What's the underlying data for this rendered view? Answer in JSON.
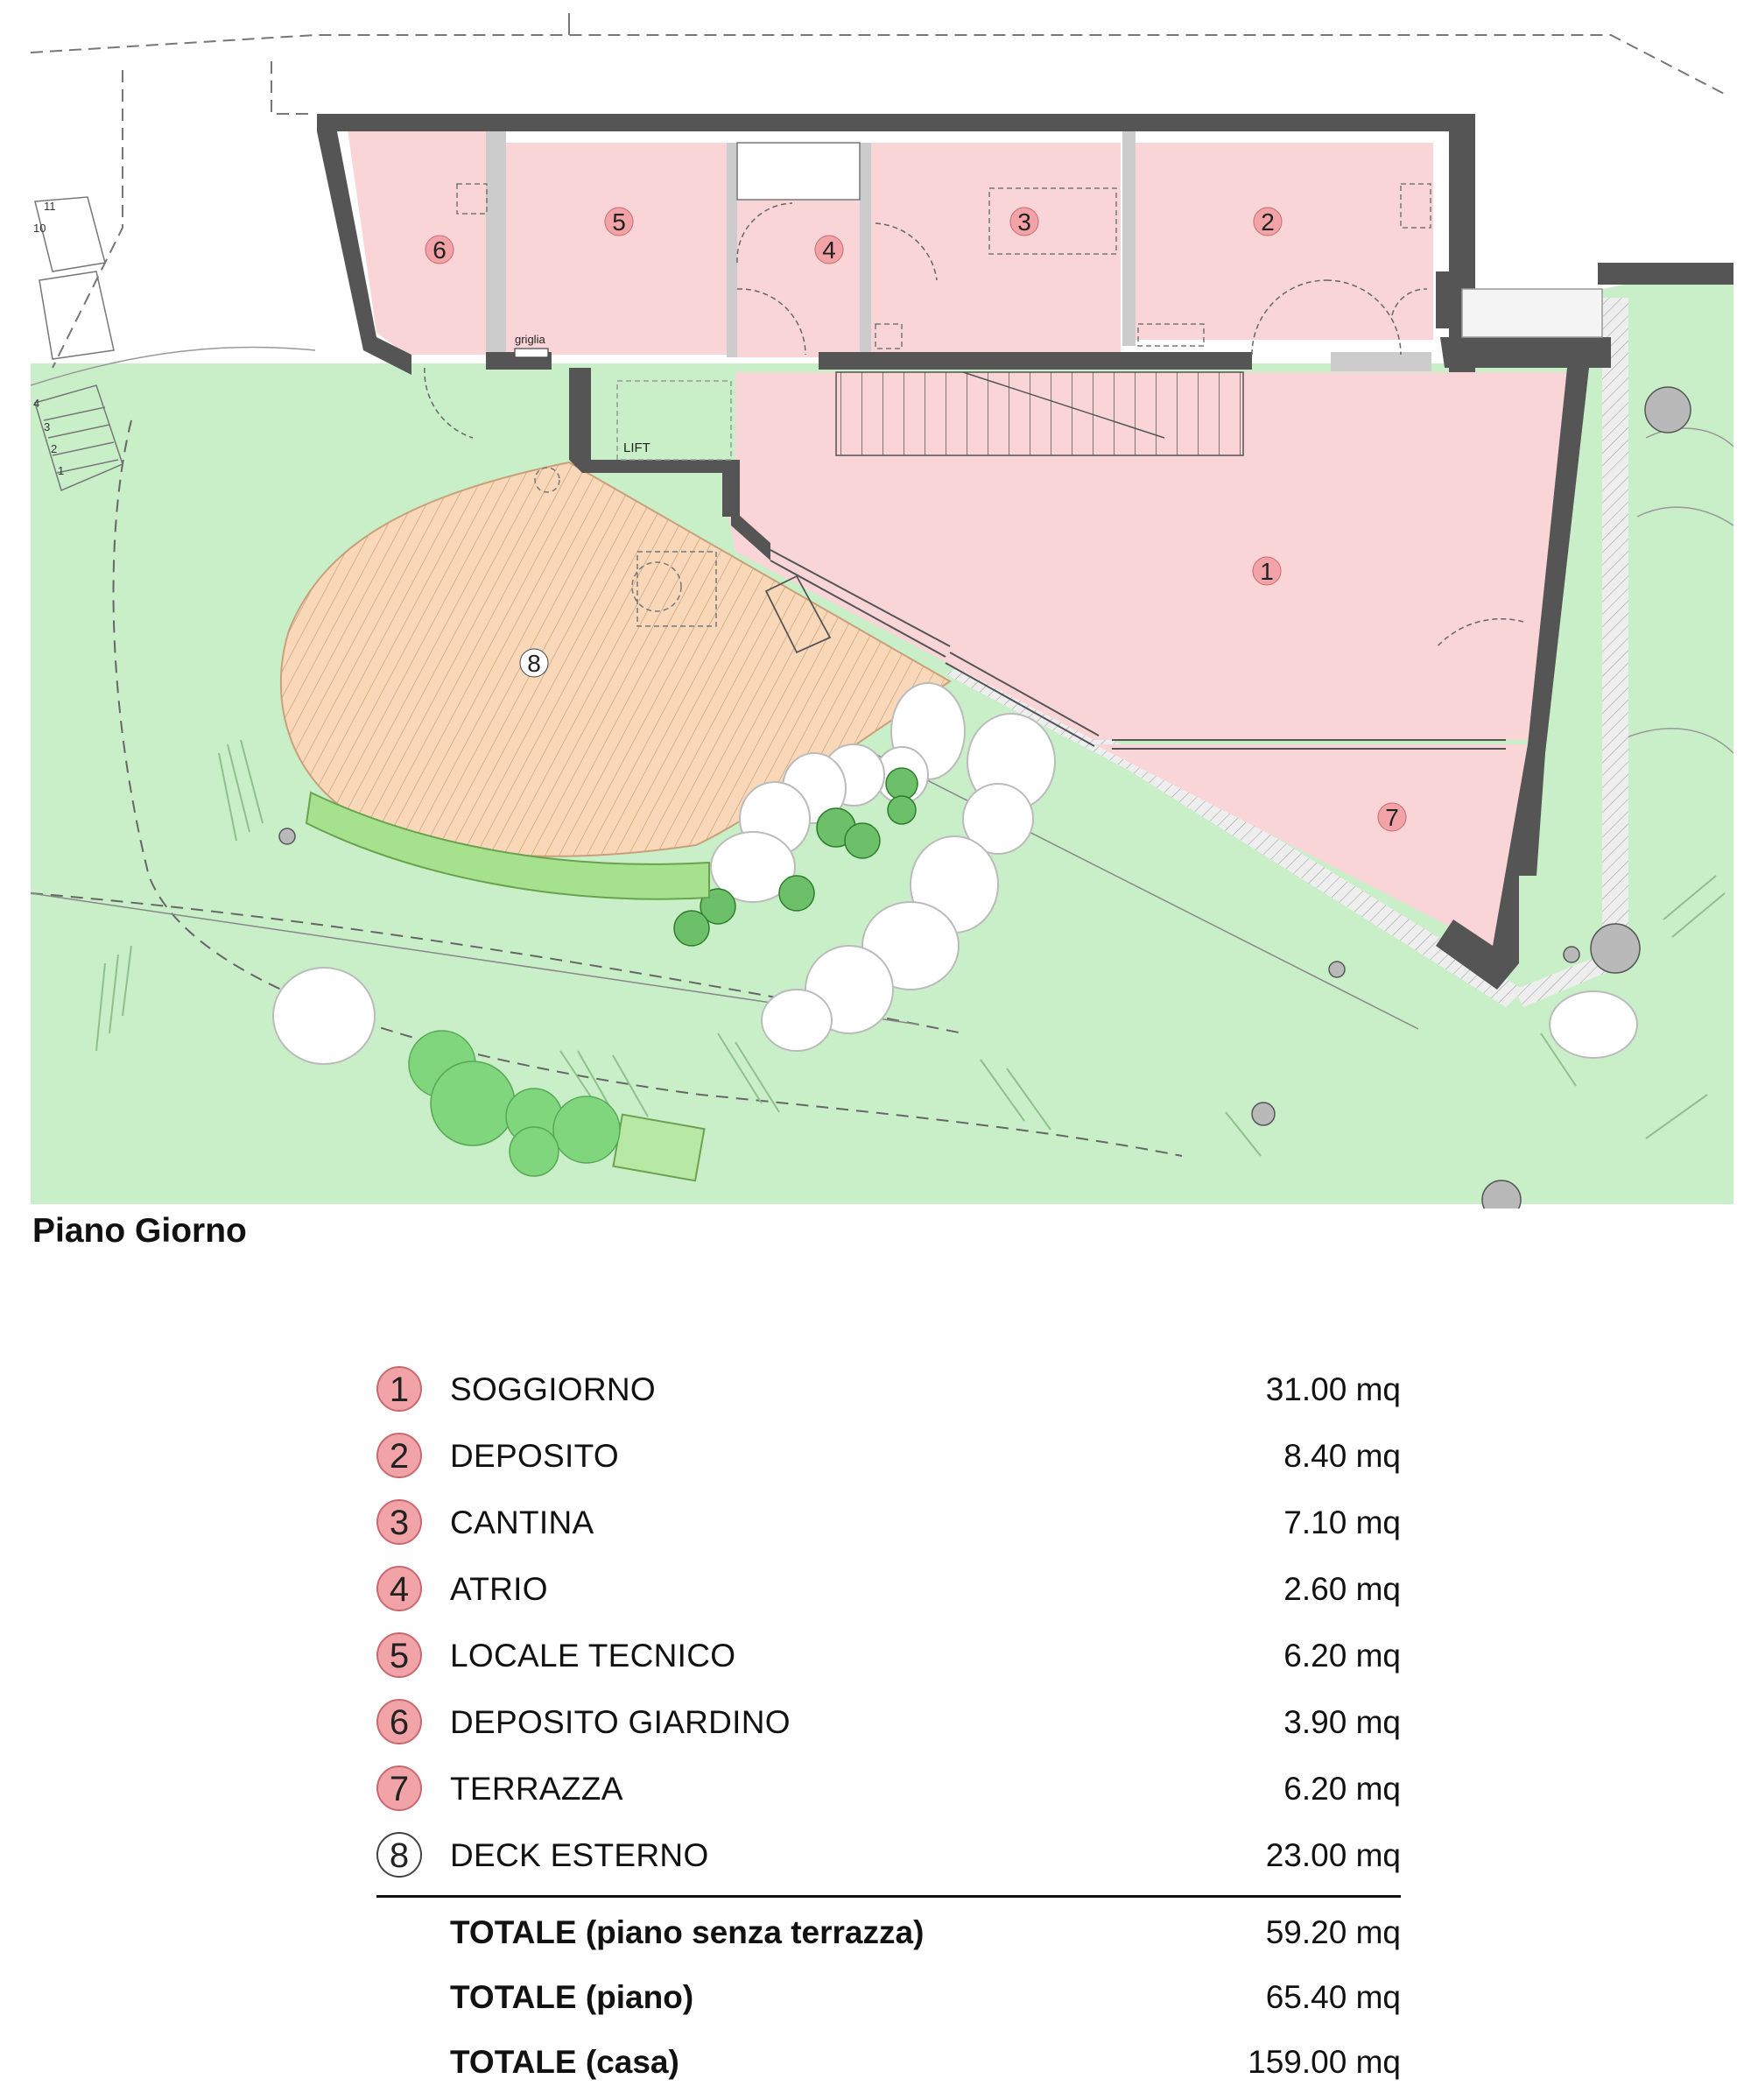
{
  "plan": {
    "title": "Piano Giorno",
    "labels": {
      "lift": "LIFT",
      "grill": "griglia"
    },
    "stair_numbers": [
      "11",
      "10",
      "4",
      "3",
      "2",
      "1"
    ]
  },
  "rooms": [
    {
      "num": "1",
      "name": "SOGGIORNO",
      "area": "31.00 mq"
    },
    {
      "num": "2",
      "name": "DEPOSITO",
      "area": "8.40 mq"
    },
    {
      "num": "3",
      "name": "CANTINA",
      "area": "7.10 mq"
    },
    {
      "num": "4",
      "name": "ATRIO",
      "area": "2.60 mq"
    },
    {
      "num": "5",
      "name": "LOCALE TECNICO",
      "area": "6.20 mq"
    },
    {
      "num": "6",
      "name": "DEPOSITO GIARDINO",
      "area": "3.90 mq"
    },
    {
      "num": "7",
      "name": "TERRAZZA",
      "area": "6.20 mq"
    },
    {
      "num": "8",
      "name": "DECK ESTERNO",
      "area": "23.00 mq"
    }
  ],
  "totals": [
    {
      "label": "TOTALE (piano senza terrazza)",
      "area": "59.20 mq"
    },
    {
      "label": "TOTALE (piano)",
      "area": "65.40 mq"
    },
    {
      "label": "TOTALE (casa)",
      "area": "159.00 mq"
    }
  ],
  "colors": {
    "garden": "#c9efc8",
    "room": "#f9d5d7",
    "deck": "#f9d8b9",
    "wall": "#555555",
    "badge": "#f2a3a7",
    "tree": "#7fd67c"
  }
}
